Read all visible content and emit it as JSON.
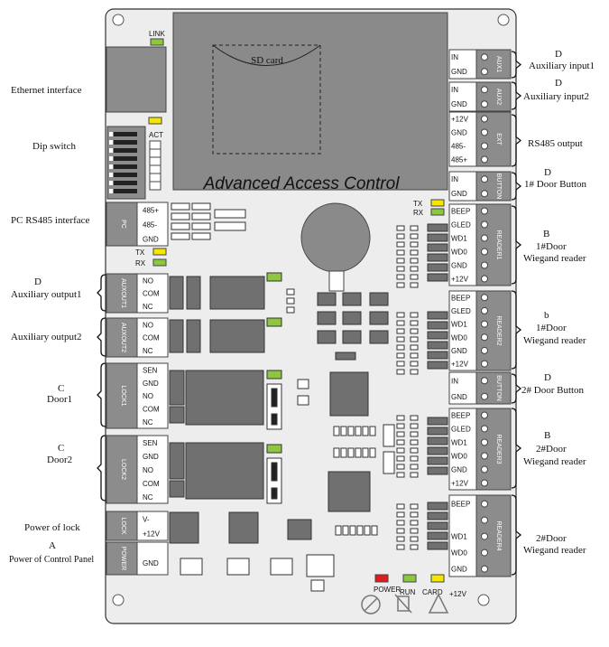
{
  "board": {
    "title": "Advanced Access Control",
    "sd_card": "SD card",
    "link": "LINK",
    "act": "ACT",
    "tx": "TX",
    "rx": "RX",
    "run": "RUN",
    "card": "CARD",
    "power_short": "POWER",
    "gnd": "GND",
    "plus12v": "+12V"
  },
  "left_labels": {
    "ethernet": "Ethernet interface",
    "dip": "Dip switch",
    "pc485": "PC RS485 interface",
    "aux_out1_letter": "D",
    "aux_out1": "Auxiliary output1",
    "aux_out2": "Auxiliary output2",
    "door1_letter": "C",
    "door1": "Door1",
    "door2_letter": "C",
    "door2": "Door2",
    "power_lock": "Power of lock",
    "panel_letter": "A",
    "panel": "Power of Control Panel"
  },
  "right_labels": {
    "aux_in1_letter": "D",
    "aux_in1": "Auxiliary input1",
    "aux_in2_letter": "D",
    "aux_in2": "Auxiliary input2",
    "rs485": "RS485  output",
    "btn1_letter": "D",
    "btn1": "1# Door Button",
    "reader1_letter": "B",
    "reader1_line1": "1#Door",
    "reader1_line2": "Wiegand reader",
    "reader2_letter": "b",
    "reader2_line1": "1#Door",
    "reader2_line2": "Wiegand reader",
    "btn2_letter": "D",
    "btn2": "2# Door Button",
    "reader3_letter": "B",
    "reader3_line1": "2#Door",
    "reader3_line2": "Wiegand reader",
    "reader4_line1": "2#Door",
    "reader4_line2": "Wiegand reader"
  },
  "left_connectors": {
    "pc": {
      "tag": "PC",
      "pins": [
        "485+",
        "485-",
        "GND"
      ]
    },
    "aux1": {
      "tag": "AUXOUT1",
      "pins": [
        "NO",
        "COM",
        "NC"
      ]
    },
    "aux2": {
      "tag": "AUXOUT2",
      "pins": [
        "NO",
        "COM",
        "NC"
      ]
    },
    "lock1": {
      "tag": "LOCK1",
      "pins": [
        "SEN",
        "GND",
        "NO",
        "COM",
        "NC"
      ]
    },
    "lock2": {
      "tag": "LOCK2",
      "pins": [
        "SEN",
        "GND",
        "NO",
        "COM",
        "NC"
      ]
    },
    "lockpwr": {
      "tag": "LOCK",
      "pins": [
        "V-",
        "+12V"
      ]
    },
    "power": {
      "tag": "POWER",
      "pins": [
        "GND"
      ]
    }
  },
  "right_connectors": {
    "aux1": {
      "tag": "AUX1",
      "pins": [
        "IN",
        "GND"
      ]
    },
    "aux2": {
      "tag": "AUX2",
      "pins": [
        "IN",
        "GND"
      ]
    },
    "ext": {
      "tag": "EXT",
      "pins": [
        "+12V",
        "GND",
        "485-",
        "485+"
      ]
    },
    "button1": {
      "tag": "BUTTON",
      "pins": [
        "IN",
        "GND"
      ]
    },
    "reader1": {
      "tag": "READER1",
      "pins": [
        "BEEP",
        "GLED",
        "WD1",
        "WD0",
        "GND",
        "+12V"
      ]
    },
    "reader2": {
      "tag": "READER2",
      "pins": [
        "BEEP",
        "GLED",
        "WD1",
        "WD0",
        "GND",
        "+12V"
      ]
    },
    "button2": {
      "tag": "BUTTON",
      "pins": [
        "IN",
        "GND"
      ]
    },
    "reader3": {
      "tag": "READER3",
      "pins": [
        "BEEP",
        "GLED",
        "WD1",
        "WD0",
        "GND",
        "+12V"
      ]
    },
    "reader4": {
      "tag": "READER4",
      "pins": [
        "BEEP",
        "",
        "WD1",
        "WD0",
        "GND"
      ]
    }
  },
  "colors": {
    "board_bg": "#ededed",
    "connector": "#8c8c8c",
    "chip": "#707070",
    "led_green": "#8fc640",
    "led_yellow": "#f5e600",
    "led_red": "#e01b1b"
  }
}
